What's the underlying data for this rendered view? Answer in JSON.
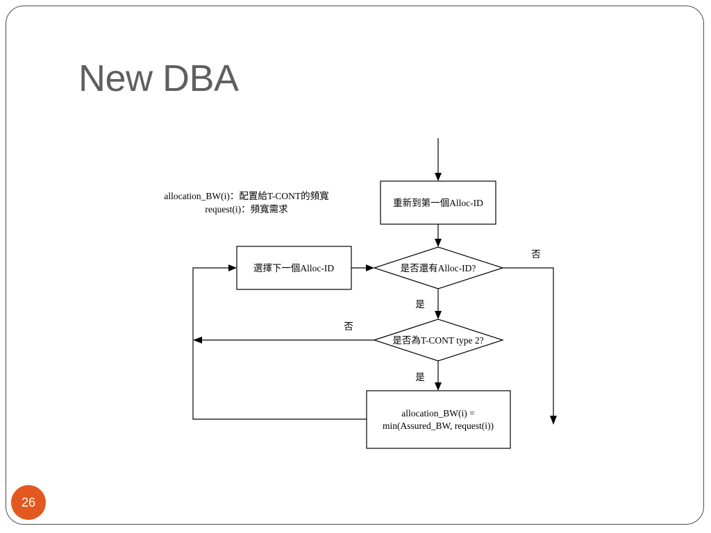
{
  "slide": {
    "title": "New DBA",
    "page_number": "26",
    "accent_color": "#e2581e"
  },
  "legend": {
    "line1": "allocation_BW(i)：配置給T-CONT的頻寬",
    "line2": "request(i)：頻寬需求"
  },
  "flowchart": {
    "reset_box": "重新到第一個Alloc-ID",
    "select_next_box": "選擇下一個Alloc-ID",
    "decision_has_alloc": "是否還有Alloc-ID?",
    "decision_tcont_type": "是否為T-CONT type 2?",
    "allocation_line1": "allocation_BW(i) =",
    "allocation_line2": "min(Assured_BW, request(i))",
    "label_no_right": "否",
    "label_yes_1": "是",
    "label_no_left": "否",
    "label_yes_2": "是"
  }
}
